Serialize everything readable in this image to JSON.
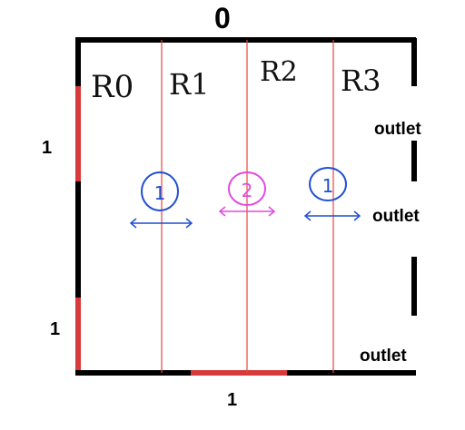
{
  "top_label": "0",
  "left_labels": [
    "1",
    "1"
  ],
  "bottom_label": "1",
  "outlets": [
    "outlet",
    "outlet",
    "outlet"
  ],
  "regions": [
    "R0",
    "R1",
    "R2",
    "R3"
  ],
  "markers": [
    "1",
    "2",
    "1"
  ],
  "colors": {
    "wall": "#000000",
    "boundary_red": "#d63a3a",
    "divider": "#e8483a",
    "marker_blue": "#1f4fd1",
    "marker_pink": "#e04ae0"
  }
}
